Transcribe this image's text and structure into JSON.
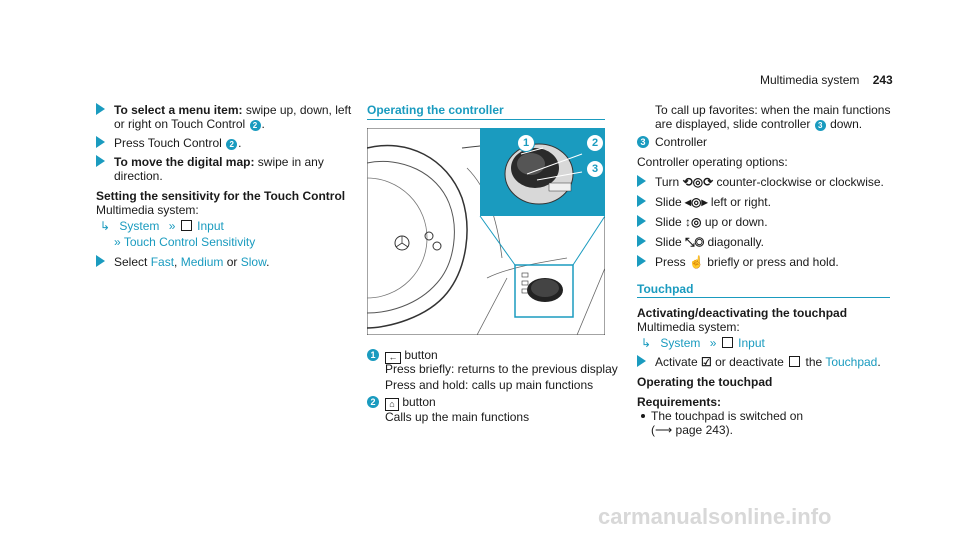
{
  "header": {
    "section": "Multimedia system",
    "page_number": "243"
  },
  "col1": {
    "item1_bold": "To select a menu item:",
    "item1_text": " swipe up, down, left",
    "item1_line2_a": "or right on Touch Control ",
    "item1_line2_b": ".",
    "num_2": "2",
    "item2_text": "Press Touch Control ",
    "item2_end": ".",
    "item3_bold": "To move the digital map:",
    "item3_text": " swipe in any",
    "item3_line2": "direction.",
    "setting_heading": "Setting the sensitivity for the Touch Control",
    "multimedia_system": "Multimedia system:",
    "path_system": "System",
    "path_input": "Input",
    "path_touch": "Touch Control Sensitivity",
    "select_text": "Select ",
    "opt_fast": "Fast",
    "comma": ",",
    "opt_medium": "Medium",
    "or": " or ",
    "opt_slow": "Slow",
    "period": "."
  },
  "col2": {
    "heading": "Operating the controller",
    "callout_1": "1",
    "callout_2": "2",
    "callout_3": "3",
    "item1_label": " button",
    "item1_line2": "Press briefly: returns to the previous display",
    "item1_line3": "Press and hold: calls up main functions",
    "item2_label": " button",
    "item2_line2": "Calls up the main functions"
  },
  "col3": {
    "intro1": "To call up favorites: when the main functions",
    "intro2a": "are displayed, slide controller ",
    "intro2b": " down.",
    "item3": "Controller",
    "options_heading": "Controller operating options:",
    "opt1": " counter-clockwise or clockwise.",
    "opt1_pre": "Turn ",
    "opt2_pre": "Slide ",
    "opt2": " left or right.",
    "opt3_pre": "Slide ",
    "opt3": " up or down.",
    "opt4_pre": "Slide ",
    "opt4": " diagonally.",
    "opt5_pre": "Press ",
    "opt5": " briefly or press and hold.",
    "touchpad_heading": "Touchpad",
    "activating_heading": "Activating/deactivating the touchpad",
    "multimedia_system": "Multimedia system:",
    "path_system": "System",
    "path_input": "Input",
    "activate_a": "Activate ",
    "activate_b": " or deactivate ",
    "activate_c": " the ",
    "touchpad_link": "Touchpad",
    "activate_end": ".",
    "operating_heading": "Operating the touchpad",
    "requirements": "Requirements:",
    "req1": "The touchpad is switched on",
    "req2": "(",
    "req3": " page 243)."
  },
  "colors": {
    "accent": "#1a9bbf",
    "text": "#1a1a1a"
  },
  "watermark": "carmanualsonline.info"
}
